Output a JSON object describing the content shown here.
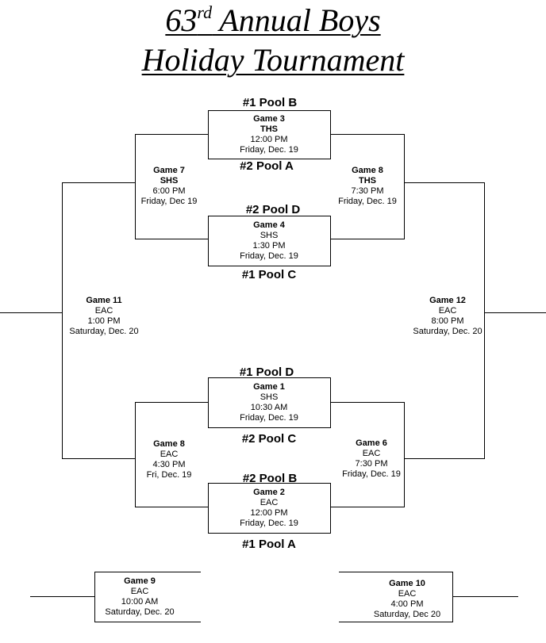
{
  "title": {
    "line1_number": "63",
    "line1_suffix": "rd",
    "line1_rest": " Annual Boys",
    "line2": "Holiday Tournament"
  },
  "seeds": {
    "s1": "#1 Pool B",
    "s2": "#2 Pool A",
    "s3": "#2 Pool D",
    "s4": "#1 Pool C",
    "s5": "#1 Pool D",
    "s6": "#2 Pool C",
    "s7": "#2 Pool B",
    "s8": "#1 Pool A"
  },
  "games": {
    "g3": {
      "name": "Game 3",
      "site": "THS",
      "time": "12:00 PM",
      "date": "Friday, Dec. 19"
    },
    "g4": {
      "name": "Game 4",
      "site": "SHS",
      "time": "1:30 PM",
      "date": "Friday, Dec. 19"
    },
    "g7": {
      "name": "Game 7",
      "site": "SHS",
      "time": "6:00 PM",
      "date": "Friday, Dec 19"
    },
    "g8a": {
      "name": "Game 8",
      "site": "THS",
      "time": "7:30 PM",
      "date": "Friday, Dec. 19"
    },
    "g11": {
      "name": "Game 11",
      "site": "EAC",
      "time": "1:00 PM",
      "date": "Saturday, Dec. 20"
    },
    "g12": {
      "name": "Game 12",
      "site": "EAC",
      "time": "8:00 PM",
      "date": "Saturday, Dec. 20"
    },
    "g1": {
      "name": "Game 1",
      "site": "SHS",
      "time": "10:30 AM",
      "date": "Friday, Dec. 19"
    },
    "g2": {
      "name": "Game 2",
      "site": "EAC",
      "time": "12:00 PM",
      "date": "Friday, Dec. 19"
    },
    "g8b": {
      "name": "Game 8",
      "site": "EAC",
      "time": "4:30 PM",
      "date": "Fri, Dec. 19"
    },
    "g6": {
      "name": "Game 6",
      "site": "EAC",
      "time": "7:30 PM",
      "date": "Friday, Dec. 19"
    },
    "g9": {
      "name": "Game 9",
      "site": "EAC",
      "time": "10:00 AM",
      "date": "Saturday, Dec. 20"
    },
    "g10": {
      "name": "Game 10",
      "site": "EAC",
      "time": "4:00 PM",
      "date": "Saturday, Dec 20"
    }
  }
}
